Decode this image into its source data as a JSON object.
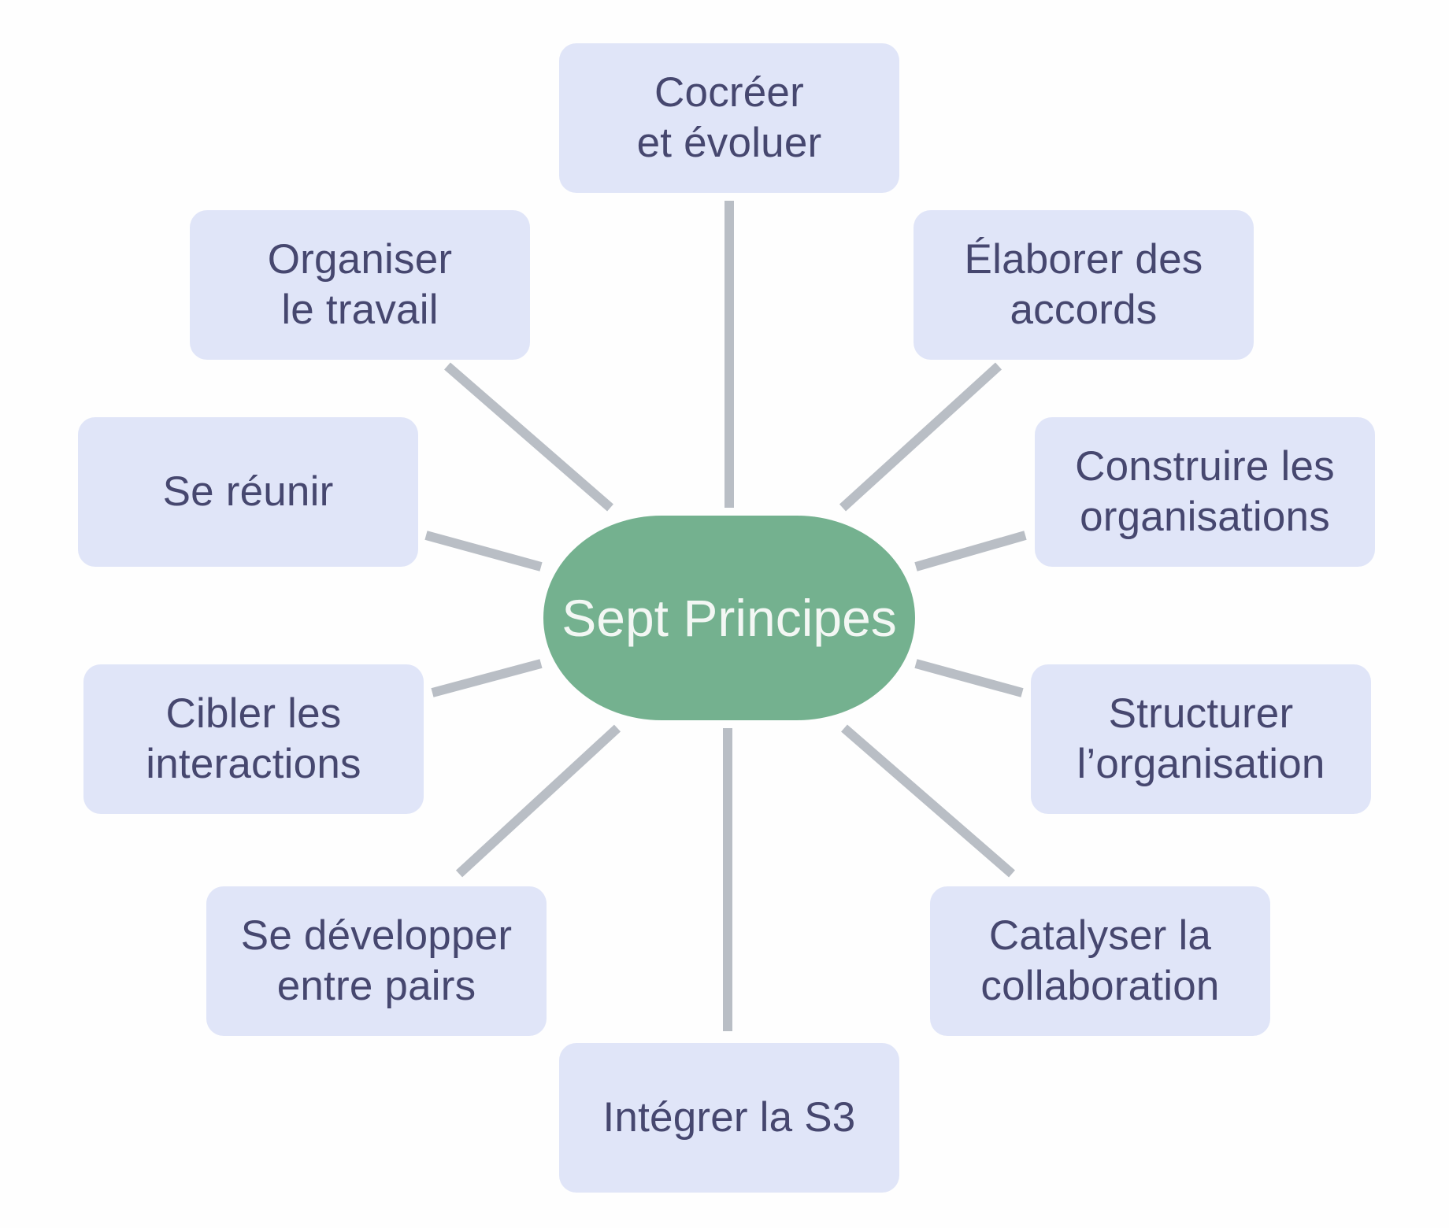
{
  "center": {
    "label": "Sept Principes",
    "color": "#74b18f"
  },
  "node_color": "#e0e5f8",
  "text_color": "#46476f",
  "connector_color": "#b9bec5",
  "nodes": {
    "cocreer": {
      "line1": "Cocréer",
      "line2": "et évoluer"
    },
    "elaborer": {
      "line1": "Élaborer des",
      "line2": "accords"
    },
    "construire": {
      "line1": "Construire les",
      "line2": "organisations"
    },
    "structurer": {
      "line1": "Structurer",
      "line2": "l’organisation"
    },
    "catalyser": {
      "line1": "Catalyser la",
      "line2": "collaboration"
    },
    "integrer": {
      "line1": "Intégrer la S3"
    },
    "developper": {
      "line1": "Se développer",
      "line2": "entre pairs"
    },
    "cibler": {
      "line1": "Cibler les",
      "line2": "interactions"
    },
    "reunir": {
      "line1": "Se réunir"
    },
    "organiser": {
      "line1": "Organiser",
      "line2": "le travail"
    }
  }
}
